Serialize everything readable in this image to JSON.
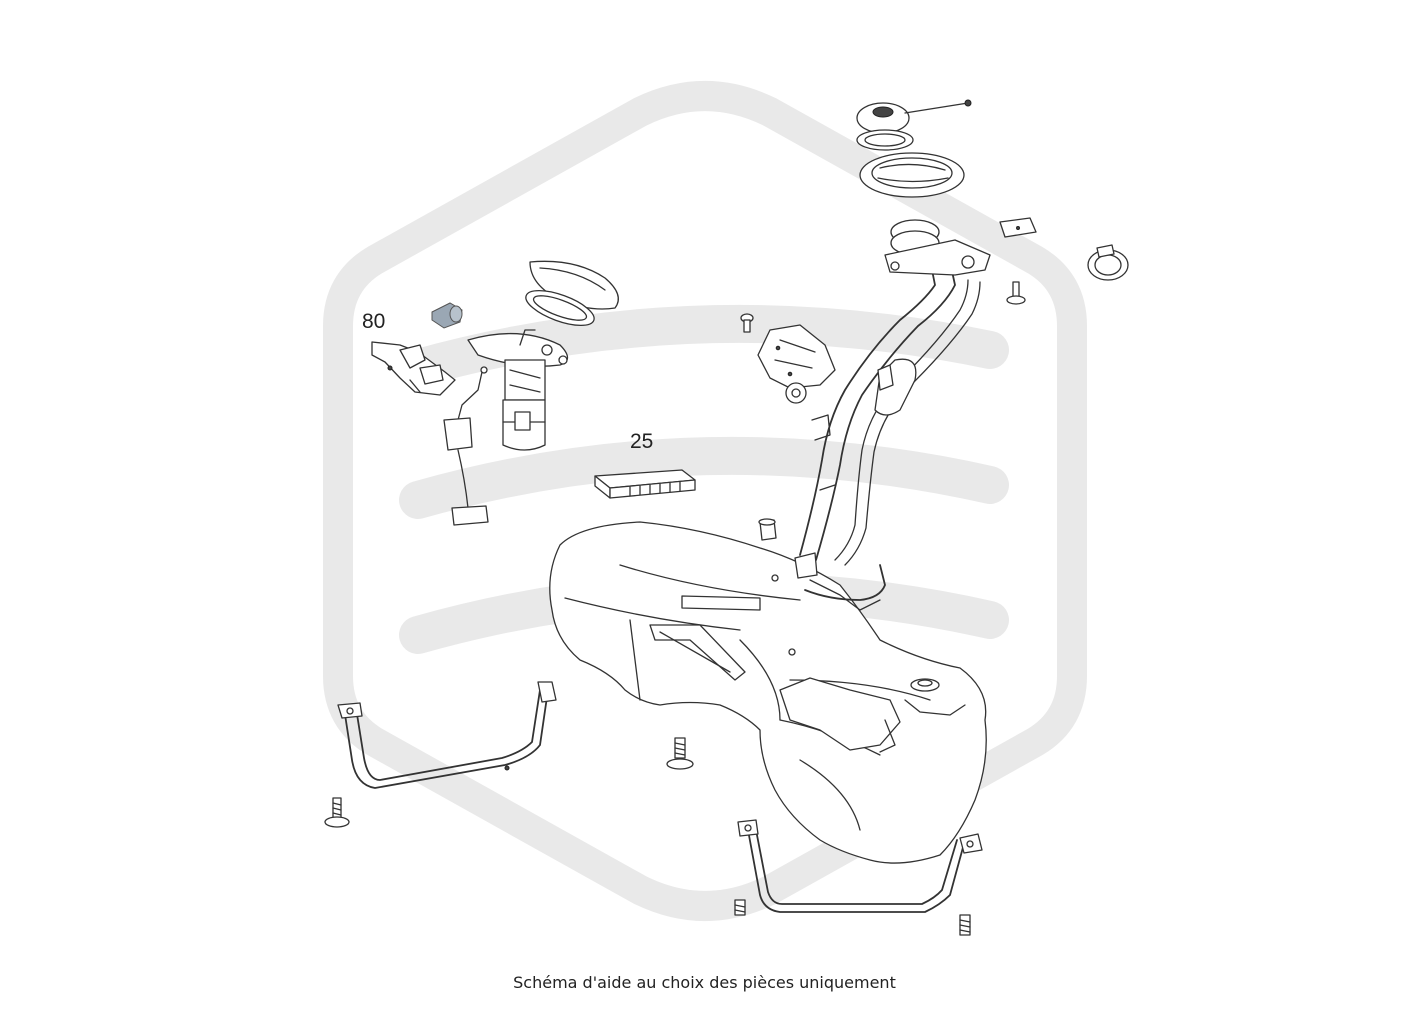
{
  "callouts": [
    {
      "id": "80",
      "label": "80"
    },
    {
      "id": "25",
      "label": "25"
    }
  ],
  "caption": "Schéma d'aide au choix des pièces uniquement",
  "colors": {
    "watermark": "#e9e9e9",
    "line": "#333333",
    "background": "#ffffff",
    "highlight_part": "#9aa7b4"
  },
  "icons": [
    "watermark-logo-icon"
  ]
}
